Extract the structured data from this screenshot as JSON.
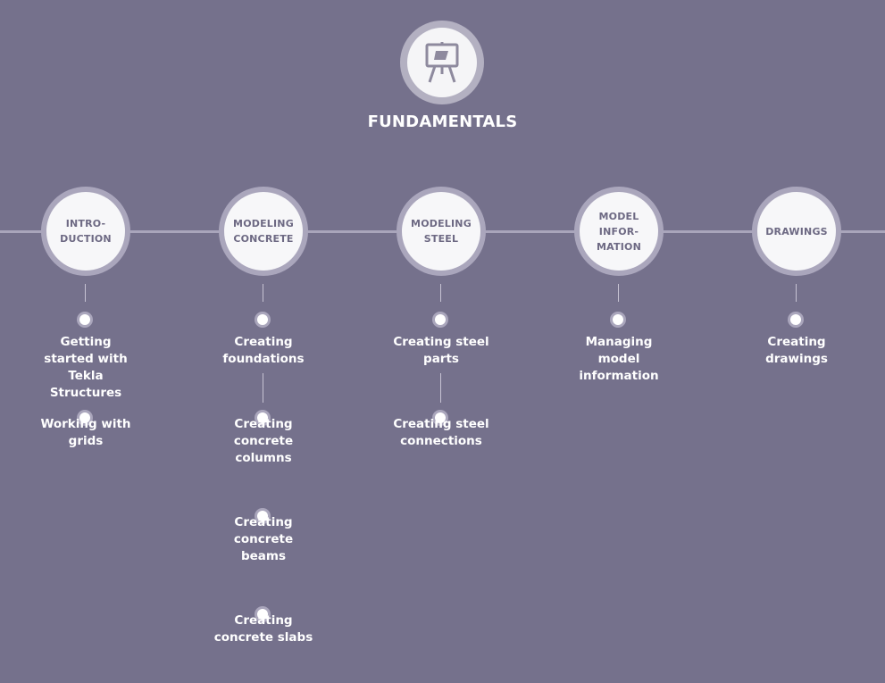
{
  "title": "FUNDAMENTALS",
  "hero_icon": "presentation-easel-icon",
  "colors": {
    "background": "#75718c",
    "ring": "#aaa6bc",
    "node_fill": "#f7f7f9",
    "node_text": "#6d6983",
    "topic_text": "#ffffff"
  },
  "sections": [
    {
      "label": "INTRO-\nDUCTION",
      "topics": [
        "Getting\nstarted with\nTekla\nStructures",
        "Working with\ngrids"
      ]
    },
    {
      "label": "MODELING\nCONCRETE",
      "topics": [
        "Creating\nfoundations",
        "Creating\nconcrete\ncolumns",
        "Creating\nconcrete\nbeams",
        "Creating\nconcrete slabs"
      ]
    },
    {
      "label": "MODELING\nSTEEL",
      "topics": [
        "Creating steel\nparts",
        "Creating steel\nconnections"
      ]
    },
    {
      "label": "MODEL\nINFOR-\nMATION",
      "topics": [
        "Managing\nmodel\ninformation"
      ]
    },
    {
      "label": "DRAWINGS",
      "topics": [
        "Creating\ndrawings"
      ]
    }
  ]
}
